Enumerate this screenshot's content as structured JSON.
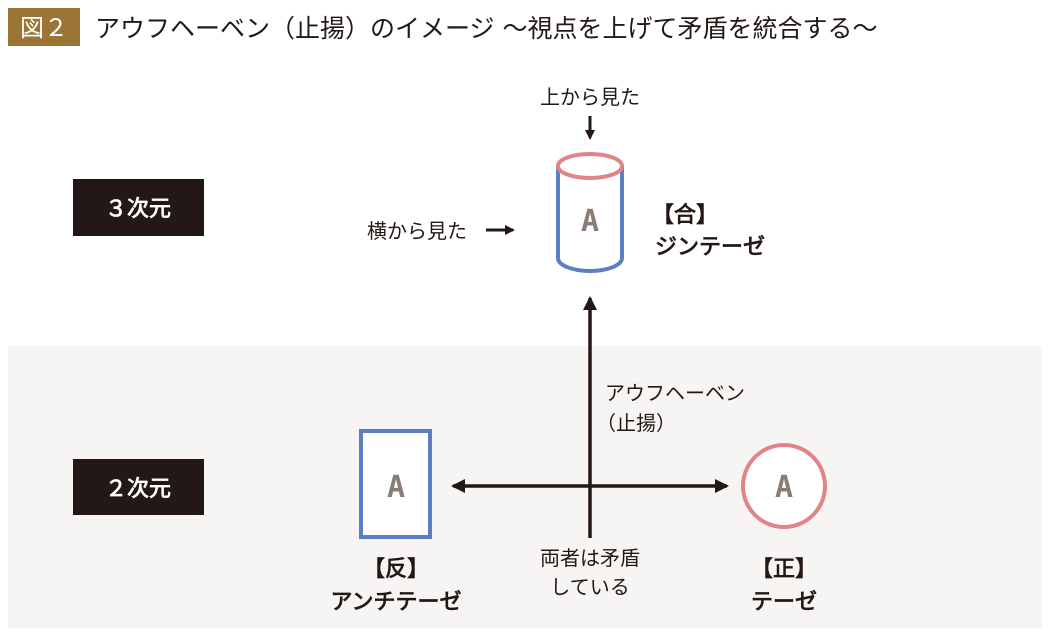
{
  "header": {
    "badge": "図２",
    "title": "アウフヘーベン（止揚）のイメージ ～視点を上げて矛盾を統合する～"
  },
  "dimensions": {
    "three_d": "３次元",
    "two_d": "２次元"
  },
  "views": {
    "from_top": "上から見た",
    "from_side": "横から見た"
  },
  "synthesis": {
    "tag": "【合】",
    "name": "ジンテーゼ",
    "letter": "A"
  },
  "antithesis": {
    "tag": "【反】",
    "name": "アンチテーゼ",
    "letter": "A"
  },
  "thesis": {
    "tag": "【正】",
    "name": "テーゼ",
    "letter": "A"
  },
  "aufheben": {
    "line1": "アウフヘーベン",
    "line2": "（止揚）"
  },
  "contradiction": {
    "line1": "両者は矛盾",
    "line2": "している"
  },
  "colors": {
    "badge": "#9a7535",
    "dark": "#231815",
    "blue": "#5b7fc0",
    "pink": "#e08488",
    "band": "#f6f5f3",
    "letter": "#8b7d75"
  }
}
